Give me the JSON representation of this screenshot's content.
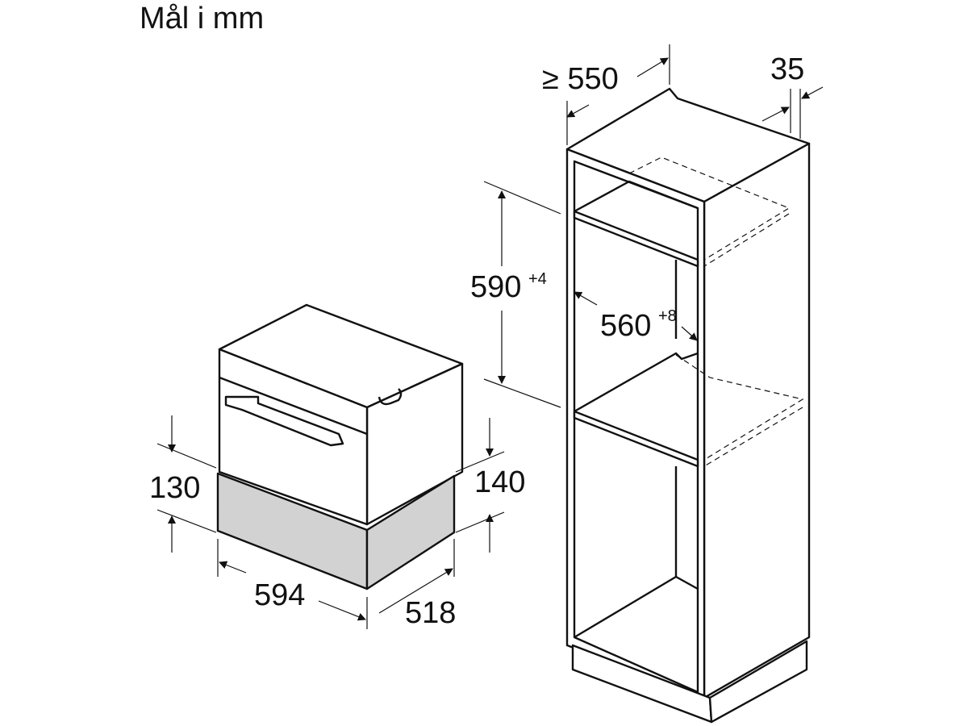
{
  "title": "Mål i mm",
  "dimensions": {
    "cabinet_depth": "≥ 550",
    "panel_thickness": "35",
    "niche_height": "590",
    "niche_height_tol": "+4",
    "niche_width": "560",
    "niche_width_tol": "+8",
    "drawer_height_left": "130",
    "drawer_height_right": "140",
    "width": "594",
    "depth": "518"
  },
  "colors": {
    "drawer_fill": "#d2d2d2",
    "line": "#111111"
  }
}
